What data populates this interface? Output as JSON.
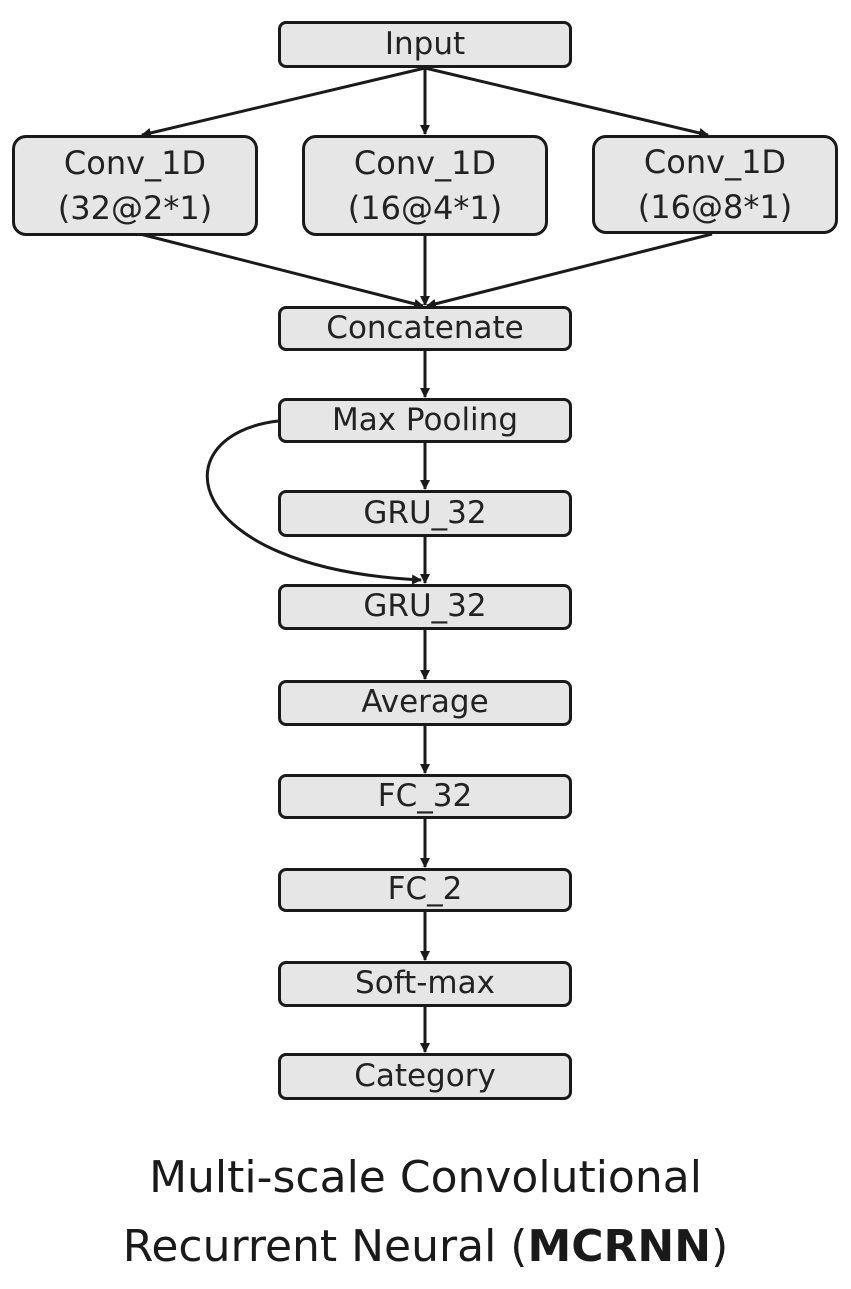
{
  "nodes": {
    "input": "Input",
    "conv_a": {
      "line1": "Conv_1D",
      "line2": "(32@2*1)"
    },
    "conv_b": {
      "line1": "Conv_1D",
      "line2": "(16@4*1)"
    },
    "conv_c": {
      "line1": "Conv_1D",
      "line2": "(16@8*1)"
    },
    "concatenate": "Concatenate",
    "max_pooling": "Max Pooling",
    "gru_1": "GRU_32",
    "gru_2": "GRU_32",
    "average": "Average",
    "fc_32": "FC_32",
    "fc_2": "FC_2",
    "softmax": "Soft-max",
    "category": "Category"
  },
  "caption": {
    "line1": "Multi-scale Convolutional",
    "line2_prefix": "Recurrent Neural (",
    "line2_bold": "MCRNN",
    "line2_suffix": ")"
  },
  "colors": {
    "box_fill": "#e6e6e6",
    "stroke": "#1a1a1a"
  }
}
